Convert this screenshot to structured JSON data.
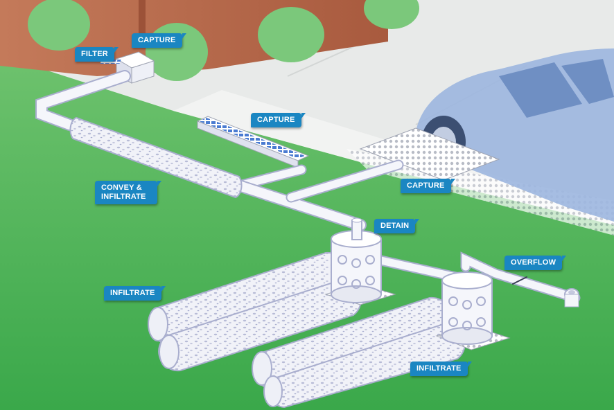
{
  "labels": {
    "filter": "FILTER",
    "capture_roof": "CAPTURE",
    "capture_drain": "CAPTURE",
    "capture_paver": "CAPTURE",
    "convey_infiltrate_line1": "CONVEY &",
    "convey_infiltrate_line2": "INFILTRATE",
    "detain": "DETAIN",
    "overflow": "OVERFLOW",
    "infiltrate_left": "INFILTRATE",
    "infiltrate_right": "INFILTRATE"
  },
  "colors": {
    "label_bg": "#1a86c2",
    "label_text": "#ffffff",
    "lawn": "#4fb85b",
    "sidewalk": "#e9ebea",
    "brick_wall": "#b9694c",
    "pipe": "#f4f5fa",
    "car": "#8ea9d6"
  },
  "icons": {
    "filter": "filter-box-icon",
    "drain": "trench-drain-grate-icon",
    "paver": "permeable-paver-icon",
    "chamber": "detention-chamber-icon",
    "overflow": "overflow-outlet-icon"
  }
}
